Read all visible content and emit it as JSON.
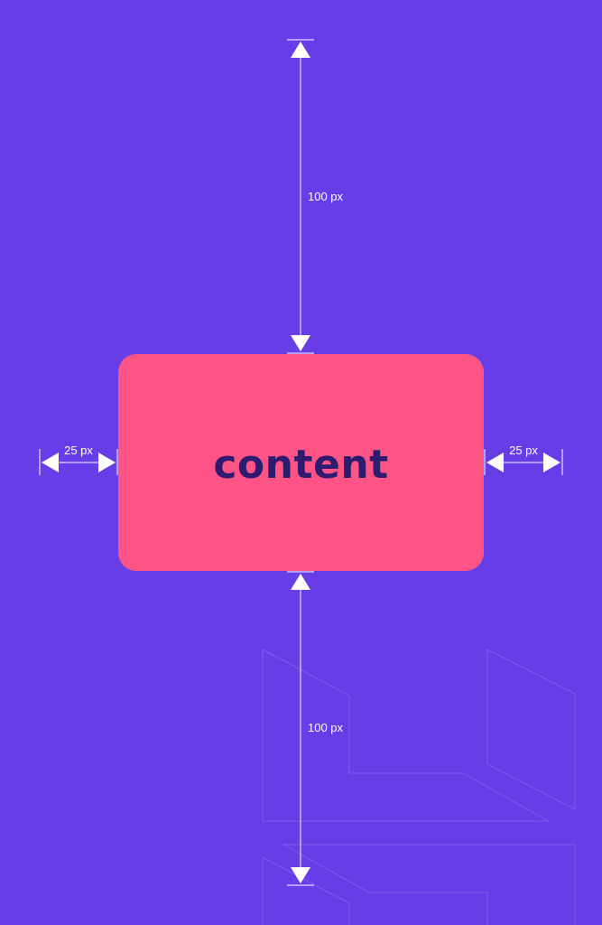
{
  "colors": {
    "background": "#663de6",
    "content_box": "#ff5485",
    "content_text": "#2e1a6e",
    "arrows": "#ffffff",
    "watermark": "#8d6ef0"
  },
  "content_label": "content",
  "dimensions": {
    "top_gap": "100 px",
    "bottom_gap": "100 px",
    "left_gap": "25 px",
    "right_gap": "25 px"
  }
}
